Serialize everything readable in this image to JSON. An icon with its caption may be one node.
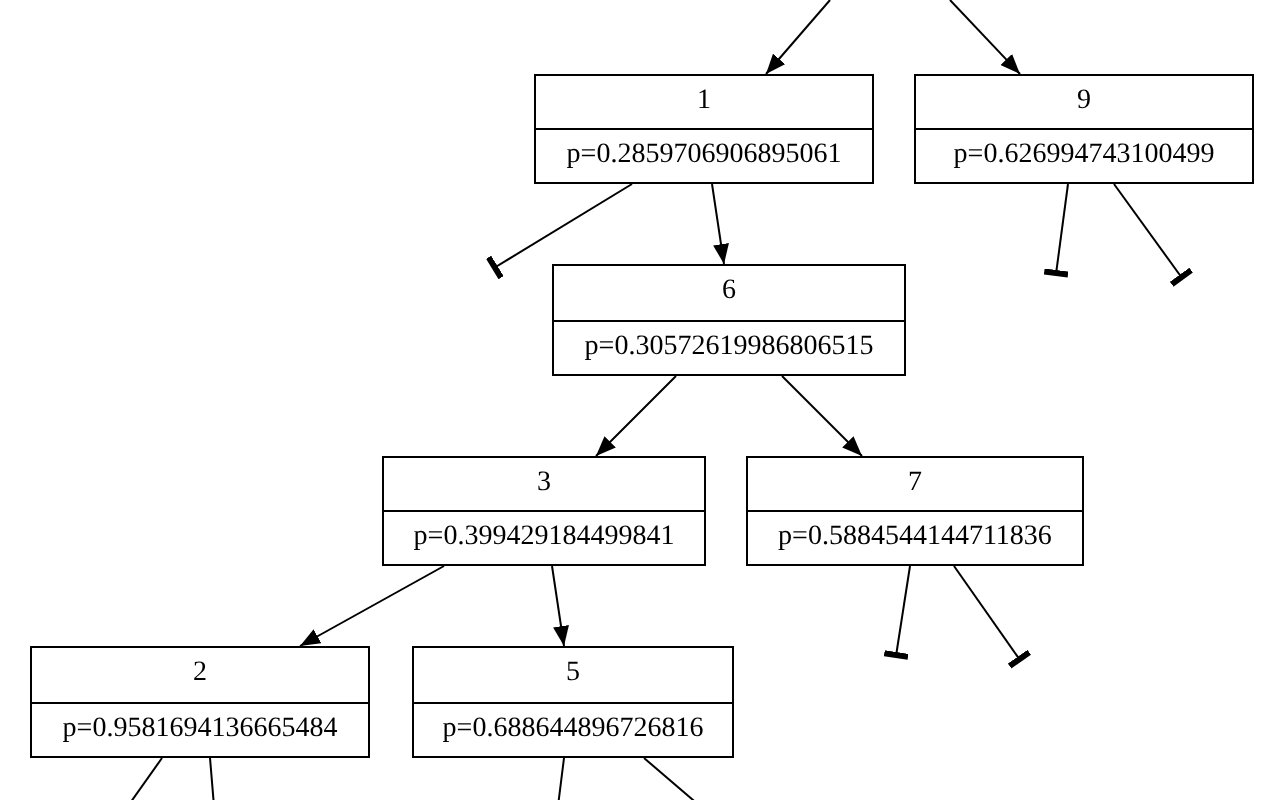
{
  "diagram": {
    "nodes": [
      {
        "text": [
          "1",
          "p=0.2859706906895061"
        ]
      },
      {
        "text": [
          "9",
          "p=0.626994743100499"
        ]
      },
      {
        "text": [
          "6",
          "p=0.30572619986806515"
        ]
      },
      {
        "text": [
          "3",
          "p=0.399429184499841"
        ]
      },
      {
        "text": [
          "7",
          "p=0.5884544144711836"
        ]
      },
      {
        "text": [
          "2",
          "p=0.9581694136665484"
        ]
      },
      {
        "text": [
          "5",
          "p=0.688644896726816"
        ]
      }
    ],
    "edges": [
      {
        "from": null,
        "to": 0,
        "arrow": "to"
      },
      {
        "from": null,
        "to": 1,
        "arrow": "to"
      },
      {
        "from": 0,
        "to": null,
        "arrow": "other"
      },
      {
        "from": 0,
        "to": 2,
        "arrow": "to"
      },
      {
        "from": 1,
        "to": null,
        "arrow": "other"
      },
      {
        "from": 1,
        "to": null,
        "arrow": "other"
      },
      {
        "from": 2,
        "to": 3,
        "arrow": "to"
      },
      {
        "from": 2,
        "to": 4,
        "arrow": "to"
      },
      {
        "from": 4,
        "to": null,
        "arrow": "other"
      },
      {
        "from": 4,
        "to": null,
        "arrow": "other"
      },
      {
        "from": 3,
        "to": 5,
        "arrow": "to"
      },
      {
        "from": 3,
        "to": 6,
        "arrow": "to"
      },
      {
        "from": 5,
        "to": null,
        "arrow": "none"
      },
      {
        "from": 5,
        "to": null,
        "arrow": "none"
      },
      {
        "from": 6,
        "to": null,
        "arrow": "none"
      },
      {
        "from": 6,
        "to": null,
        "arrow": "none"
      }
    ]
  }
}
